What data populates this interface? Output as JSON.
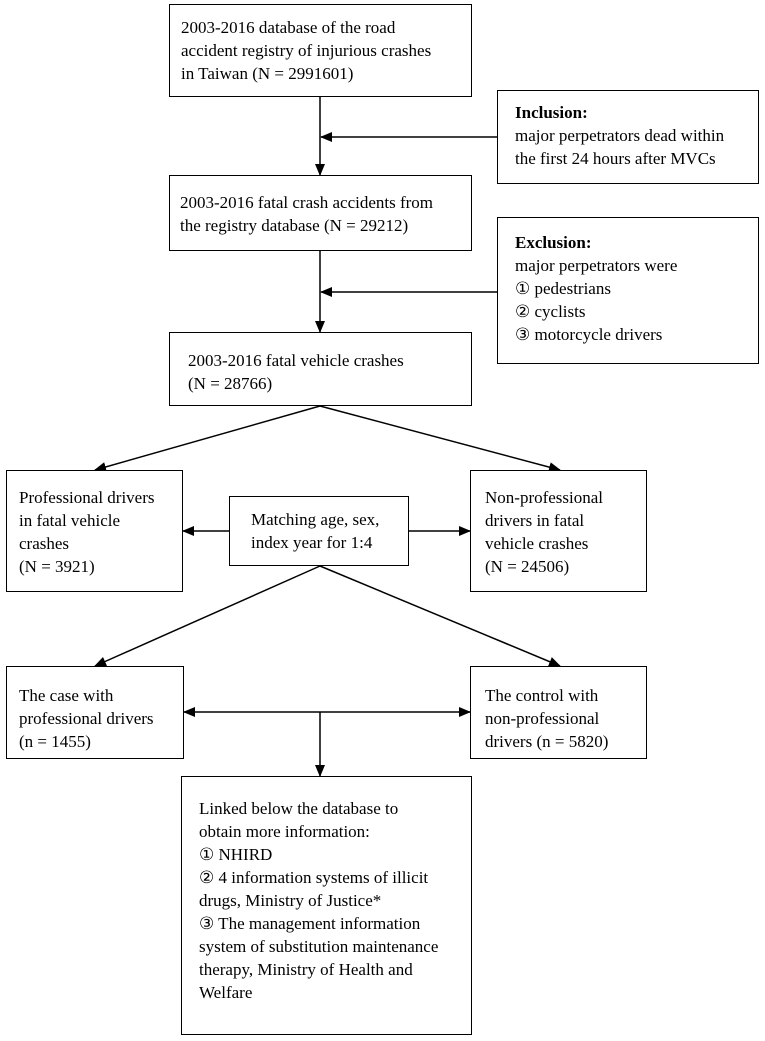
{
  "boxes": {
    "database": {
      "lines": [
        "2003-2016 database of the road",
        "accident registry of injurious crashes",
        "in Taiwan (N = 2991601)"
      ]
    },
    "inclusion": {
      "heading": "Inclusion:",
      "lines": [
        "major perpetrators dead within",
        "the first 24 hours after MVCs"
      ]
    },
    "fatal_accidents": {
      "lines": [
        "2003-2016 fatal crash accidents from",
        "the registry database (N = 29212)"
      ]
    },
    "exclusion": {
      "heading": "Exclusion:",
      "lines": [
        "major perpetrators were",
        "① pedestrians",
        "② cyclists",
        "③ motorcycle drivers"
      ]
    },
    "fatal_vehicle": {
      "lines": [
        "2003-2016 fatal vehicle crashes",
        "(N = 28766)"
      ]
    },
    "professional": {
      "lines": [
        "Professional drivers",
        "in fatal vehicle",
        "crashes",
        "(N = 3921)"
      ]
    },
    "matching": {
      "lines": [
        "Matching age, sex,",
        "index year for 1:4"
      ]
    },
    "non_professional": {
      "lines": [
        "Non-professional",
        "drivers in fatal",
        "vehicle crashes",
        "(N = 24506)"
      ]
    },
    "case": {
      "lines": [
        "The case with",
        "professional drivers",
        "(n = 1455)"
      ]
    },
    "control": {
      "lines": [
        "The control with",
        "non-professional",
        "drivers (n = 5820)"
      ]
    },
    "linked": {
      "lines": [
        "Linked below the database to",
        "obtain more information:",
        "① NHIRD",
        "② 4 information systems of illicit",
        "drugs, Ministry of Justice*",
        "③ The management information",
        "system of substitution maintenance",
        "therapy, Ministry of Health and",
        "Welfare"
      ]
    }
  }
}
